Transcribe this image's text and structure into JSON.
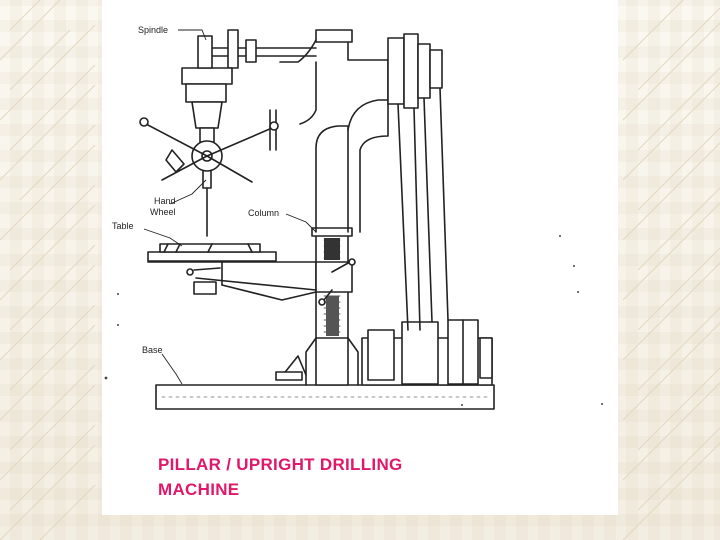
{
  "slide": {
    "caption_lines": [
      "PILLAR / UPRIGHT DRILLING",
      "MACHINE"
    ],
    "caption_color": "#e0186a",
    "background_color": "#f7f3ea"
  },
  "diagram": {
    "labels": {
      "spindle": "Spindle",
      "hand_wheel_line1": "Hand",
      "hand_wheel_line2": "Wheel",
      "column": "Column",
      "table": "Table",
      "base": "Base"
    }
  }
}
